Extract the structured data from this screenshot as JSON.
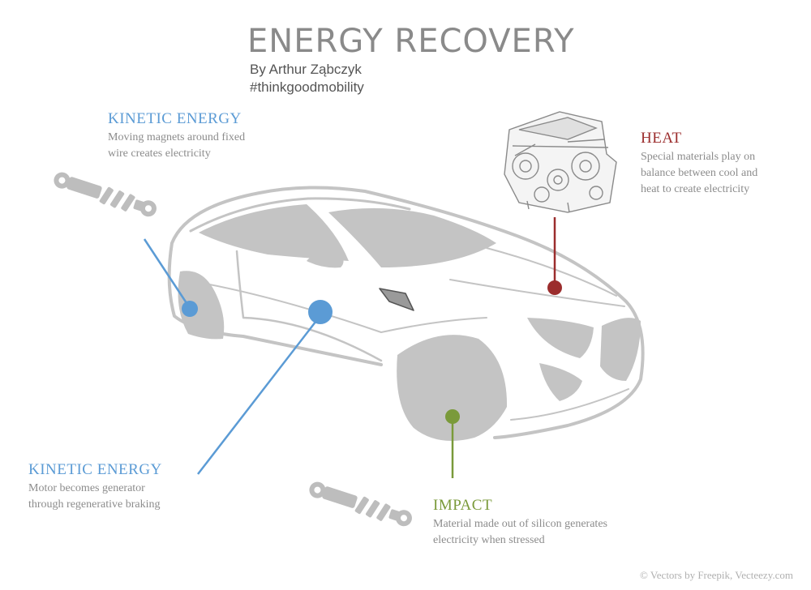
{
  "title": "ENERGY RECOVERY",
  "author": "By Arthur Ząbczyk",
  "hashtag": "#thinkgoodmobility",
  "colors": {
    "kinetic": "#5b9bd5",
    "heat": "#9b2d2d",
    "impact": "#7a9a3a",
    "car": "#c4c4c4"
  },
  "labels": {
    "kinetic_top": {
      "heading": "KINETIC ENERGY",
      "description": [
        "Moving magnets around fixed",
        "wire creates electricity"
      ]
    },
    "heat": {
      "heading": "HEAT",
      "description": [
        "Special materials play on",
        "balance between cool and",
        "heat to create electricity"
      ]
    },
    "kinetic_bottom": {
      "heading": "KINETIC ENERGY",
      "description": [
        "Motor becomes generator",
        "through regenerative braking"
      ]
    },
    "impact": {
      "heading": "IMPACT",
      "description": [
        "Material made out of silicon generates",
        "electricity when stressed"
      ]
    }
  },
  "icons": {
    "engine": "engine-icon",
    "shock_absorber": "shock-absorber-icon",
    "car": "car-illustration"
  },
  "credit": "© Vectors by Freepik, Vecteezy.com"
}
